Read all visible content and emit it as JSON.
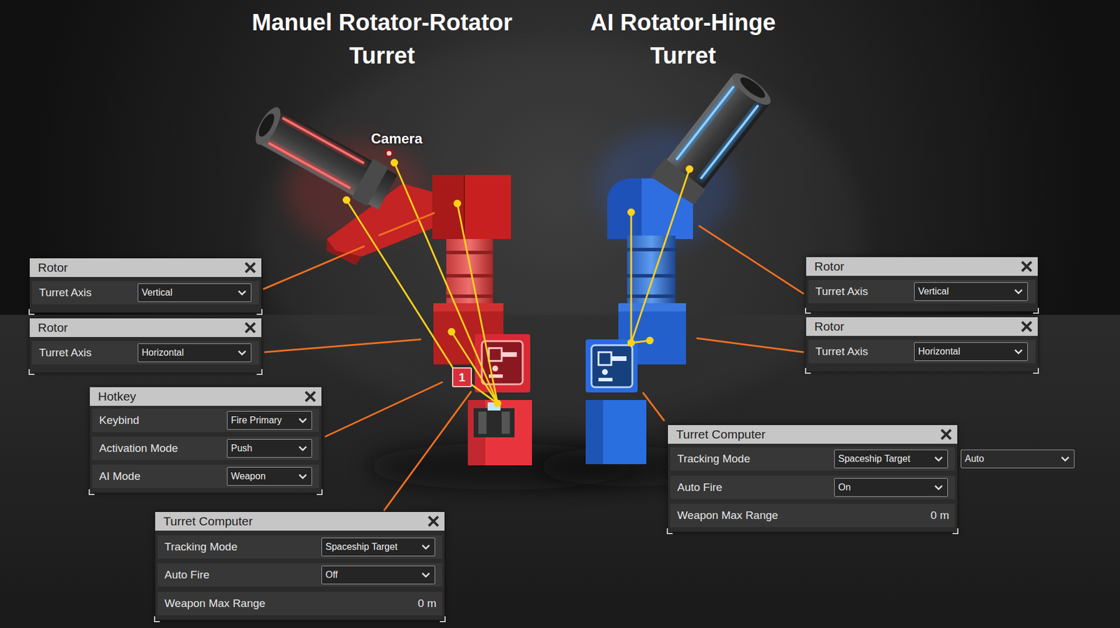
{
  "diagram": {
    "nodes": [
      {
        "text": [
          "Rotor",
          "Turret Axis"
        ]
      },
      {
        "text": [
          "Vertical"
        ],
        "in": 0
      },
      {
        "text": [
          "Rotor",
          "Turret Axis"
        ]
      },
      {
        "text": [
          "Horizontal"
        ],
        "in": 2
      },
      {
        "text": [
          "Hotkey",
          "Keybind",
          "Activation Mode",
          "AI Mode"
        ]
      },
      {
        "text": [
          "Fire Primary"
        ],
        "in": 4
      },
      {
        "text": [
          "Push"
        ],
        "in": 4
      },
      {
        "text": [
          "Weapon"
        ],
        "in": 4
      },
      {
        "text": [
          "Turret Computer",
          "Tracking Mode",
          "Auto Fire",
          "Weapon Max Range",
          "0 m"
        ]
      },
      {
        "text": [
          "Spaceship Target"
        ],
        "in": 8
      },
      {
        "text": [
          "Off"
        ],
        "in": 8
      },
      {
        "text": [
          "Rotor",
          "Turret Axis"
        ]
      },
      {
        "text": [
          "Vertical"
        ],
        "in": 11
      },
      {
        "text": [
          "Rotor",
          "Turret Axis"
        ]
      },
      {
        "text": [
          "Horizontal"
        ],
        "in": 13
      },
      {
        "text": [
          "Turret Computer",
          "Tracking Mode",
          "Auto Fire",
          "Weapon Max Range",
          "0 m"
        ]
      },
      {
        "text": [
          "Spaceship Target"
        ],
        "in": 15
      },
      {
        "text": [
          "On"
        ],
        "in": 15
      },
      {
        "text": [
          "Auto"
        ]
      }
    ],
    "labels": [
      "Manuel Rotator-Rotator Turret",
      "AI Rotator-Hinge Turret",
      "Camera",
      "1"
    ]
  }
}
